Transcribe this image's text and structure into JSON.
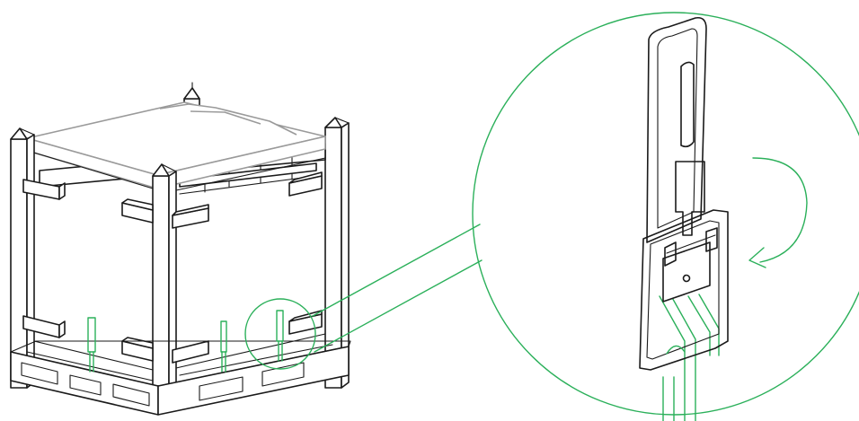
{
  "figure": {
    "kind": "technical-illustration",
    "subject": "crate-with-strap-buckle-detail",
    "colors": {
      "line": "#1a1a1a",
      "lid": "#9a9a9a",
      "highlight": "#2bb05a",
      "background": "#ffffff"
    },
    "icons": [
      "crate",
      "strap-buckle",
      "rotation-arrow",
      "magnifier-callout"
    ]
  }
}
